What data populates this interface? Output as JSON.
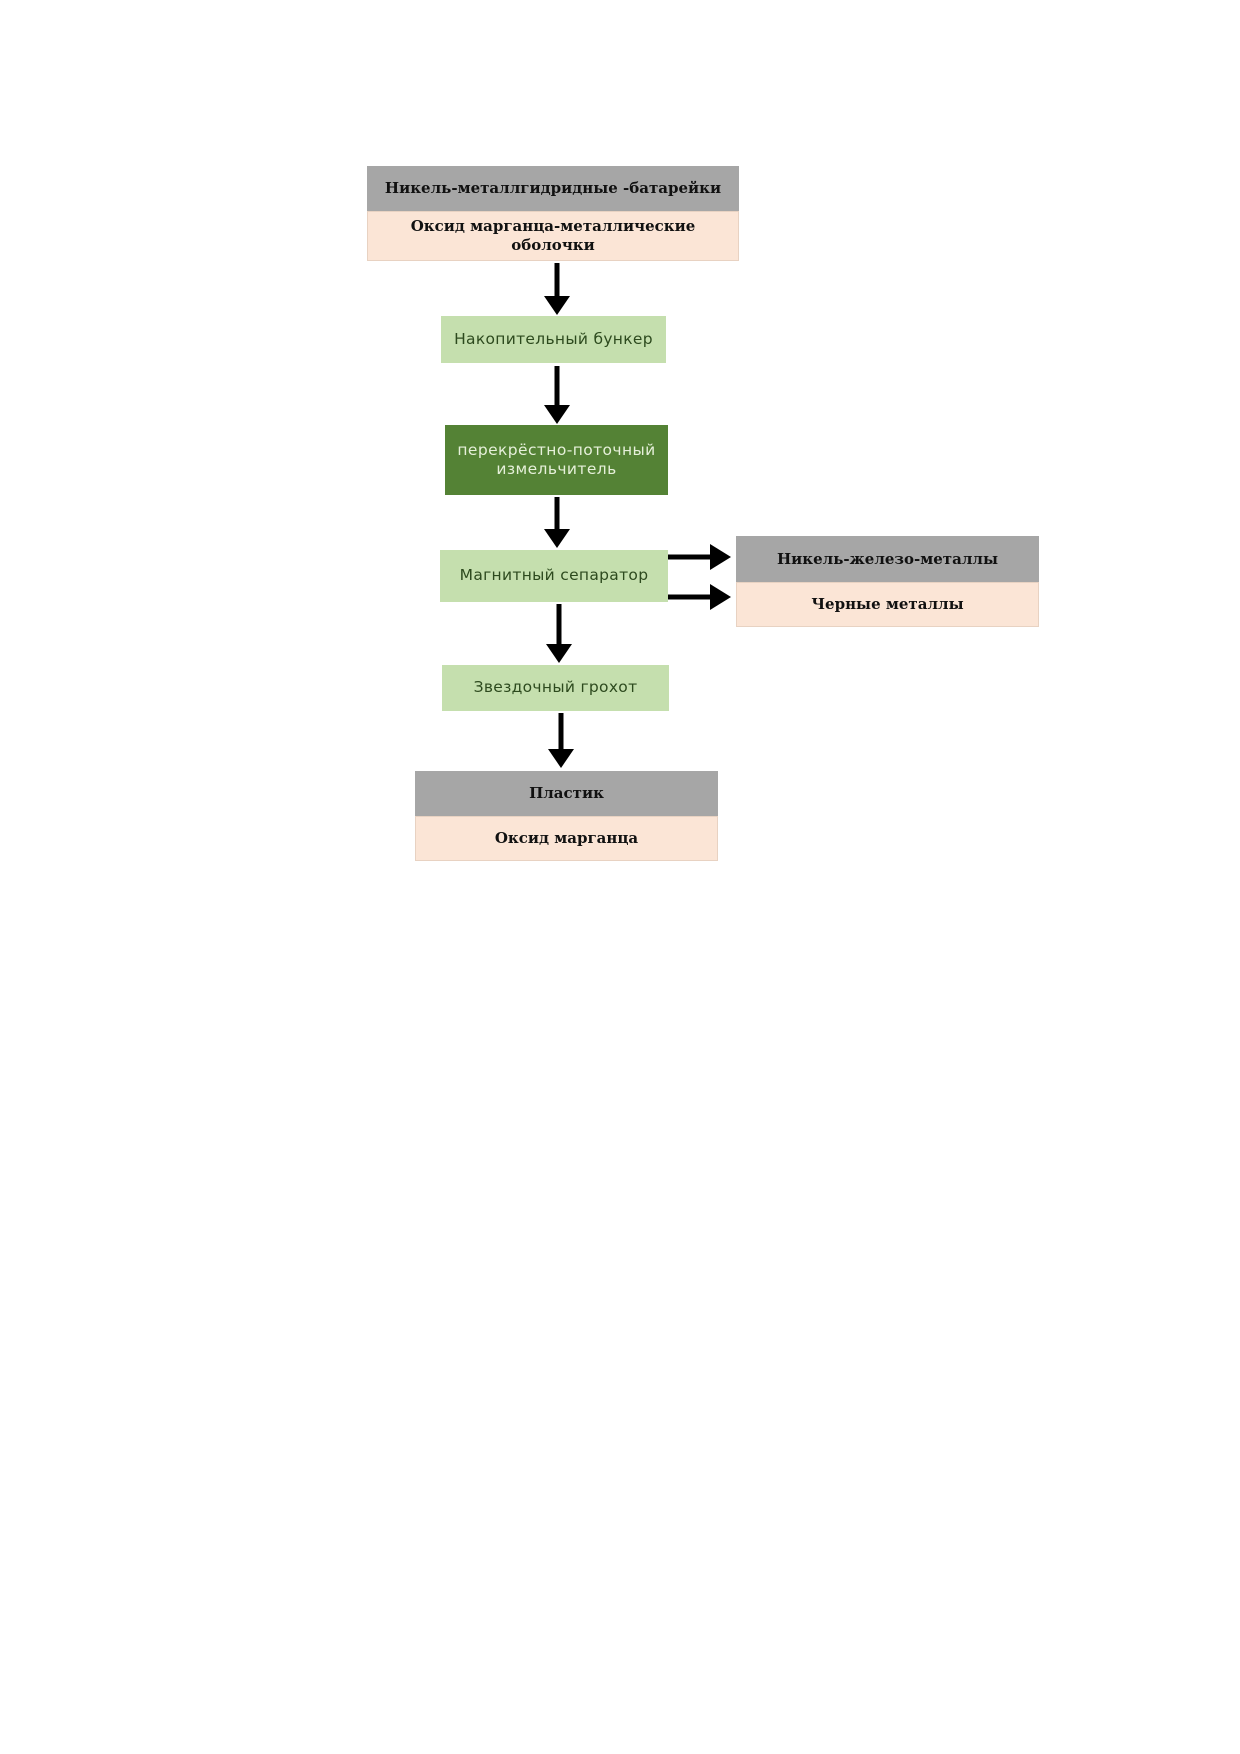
{
  "input": {
    "line1": "Никель-металлгидридные -батарейки",
    "line2": "Оксид марганца-металлические оболочки"
  },
  "steps": {
    "bunker": "Накопительный бункер",
    "shredder_line1": "перекрёстно-поточный",
    "shredder_line2": "измельчитель",
    "separator": "Магнитный сепаратор",
    "screen": "Звездочный грохот"
  },
  "side_output": {
    "line1": "Никель-железо-металлы",
    "line2": "Черные металлы"
  },
  "final_output": {
    "line1": "Пластик",
    "line2": "Оксид марганца"
  },
  "colors": {
    "header_grey": "#a6a6a6",
    "peach": "#fbe5d6",
    "light_green": "#c5dfae",
    "dark_green": "#548235",
    "arrow": "#000000"
  }
}
